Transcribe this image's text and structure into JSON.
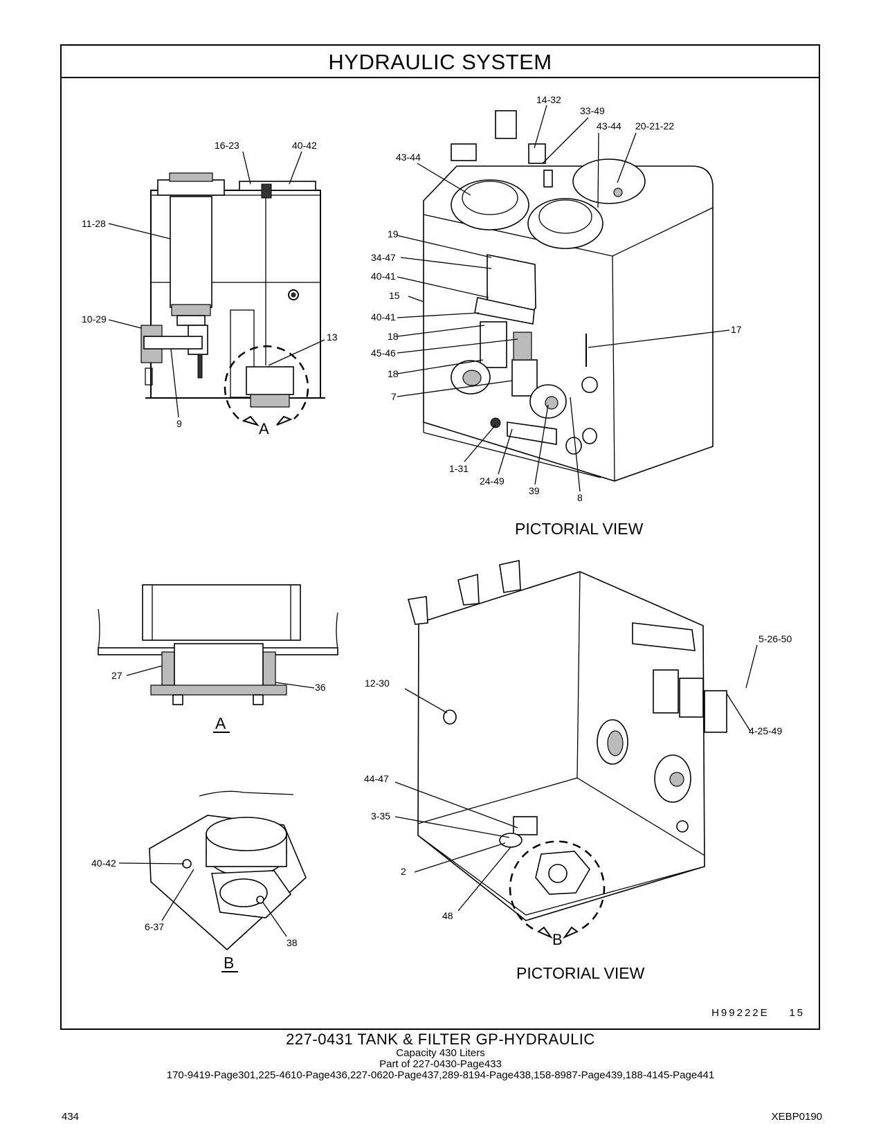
{
  "page": {
    "title": "HYDRAULIC   SYSTEM",
    "illustration_id": "H99222E",
    "illustration_seq": "15",
    "page_number": "434",
    "doc_code": "XEBP0190"
  },
  "views": {
    "pictorial_top": "PICTORIAL  VIEW",
    "pictorial_bottom": "PICTORIAL  VIEW",
    "detail_a": "A",
    "detail_b": "B",
    "arrow_a": "A",
    "arrow_b": "B"
  },
  "callouts": {
    "section": {
      "c16_23": "16-23",
      "c40_42": "40-42",
      "c11_28": "11-28",
      "c10_29": "10-29",
      "c13": "13",
      "c9": "9"
    },
    "pictorial_top": {
      "c14_32": "14-32",
      "c33_49": "33-49",
      "c43_44a": "43-44",
      "c43_44b": "43-44",
      "c20_21_22": "20-21-22",
      "c19": "19",
      "c34_47": "34-47",
      "c40_41a": "40-41",
      "c15": "15",
      "c40_41b": "40-41",
      "c18a": "18",
      "c45_46": "45-46",
      "c18b": "18",
      "c7": "7",
      "c17": "17",
      "c1_31": "1-31",
      "c24_49": "24-49",
      "c39": "39",
      "c8": "8"
    },
    "detail_a": {
      "c27": "27",
      "c36": "36"
    },
    "pictorial_bottom": {
      "c5_26_50": "5-26-50",
      "c12_30": "12-30",
      "c4_25_49": "4-25-49",
      "c44_47": "44-47",
      "c3_35": "3-35",
      "c2": "2",
      "c48": "48"
    },
    "detail_b": {
      "c40_42": "40-42",
      "c6_37": "6-37",
      "c38": "38"
    }
  },
  "footer": {
    "group_title": "227-0431   TANK  &  FILTER  GP-HYDRAULIC",
    "capacity": "Capacity  430  Liters",
    "part_of": "Part of 227-0430-Page433",
    "references": "170-9419-Page301,225-4610-Page436,227-0620-Page437,289-8194-Page438,158-8987-Page439,188-4145-Page441"
  }
}
